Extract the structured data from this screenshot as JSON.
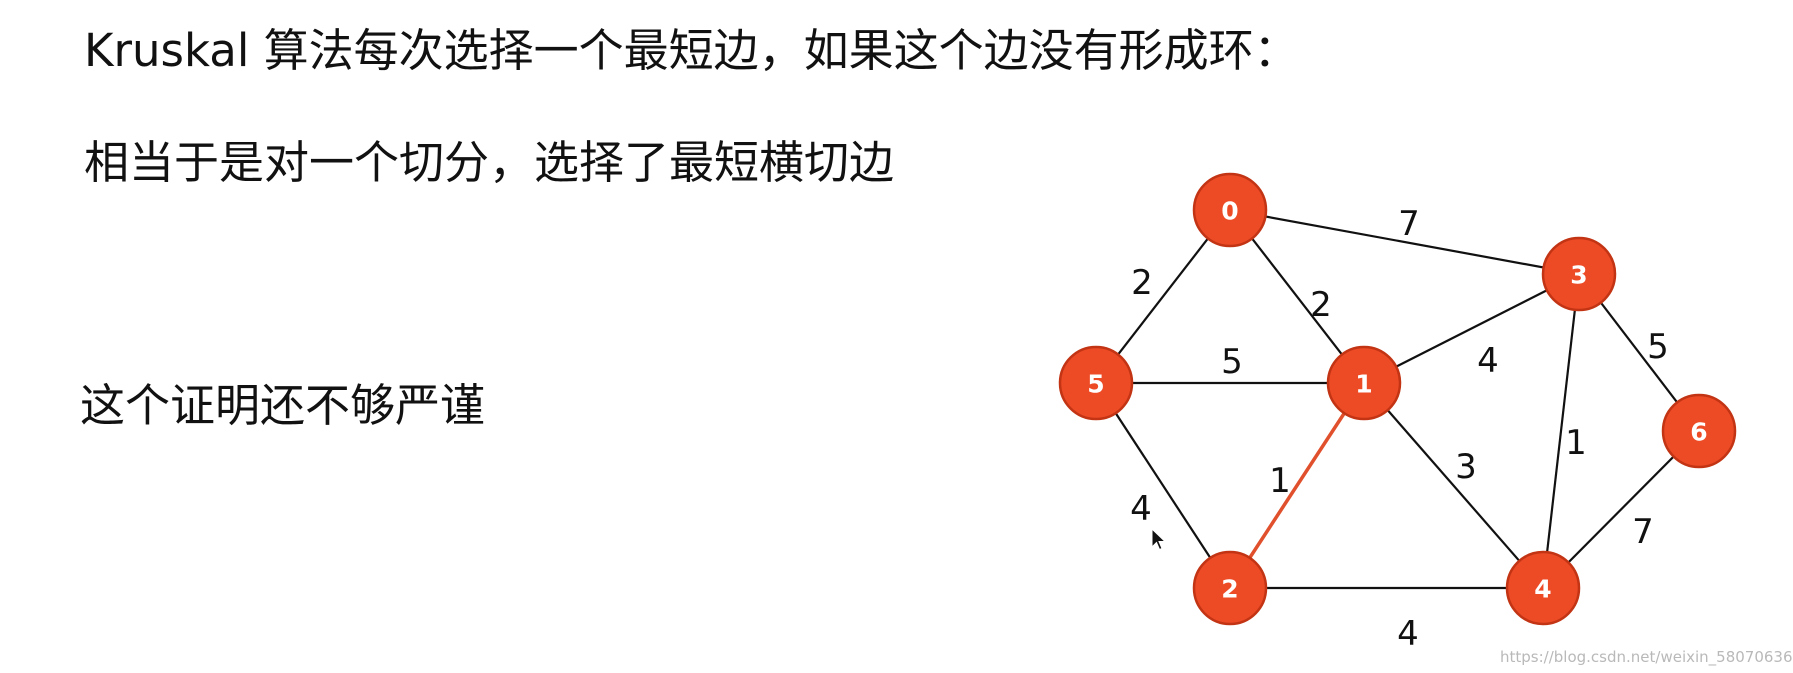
{
  "text": {
    "line1": "Kruskal 算法每次选择一个最短边，如果这个边没有形成环：",
    "line2": "相当于是对一个切分，选择了最短横切边",
    "line3": "这个证明还不够严谨"
  },
  "graph": {
    "nodes": [
      {
        "id": "0"
      },
      {
        "id": "1"
      },
      {
        "id": "2"
      },
      {
        "id": "3"
      },
      {
        "id": "4"
      },
      {
        "id": "5"
      },
      {
        "id": "6"
      }
    ],
    "edges": [
      {
        "from": "0",
        "to": "3",
        "weight": "7",
        "highlight": false
      },
      {
        "from": "0",
        "to": "5",
        "weight": "2",
        "highlight": false
      },
      {
        "from": "0",
        "to": "1",
        "weight": "2",
        "highlight": false
      },
      {
        "from": "5",
        "to": "1",
        "weight": "5",
        "highlight": false
      },
      {
        "from": "1",
        "to": "3",
        "weight": "4",
        "highlight": false
      },
      {
        "from": "3",
        "to": "6",
        "weight": "5",
        "highlight": false
      },
      {
        "from": "3",
        "to": "4",
        "weight": "1",
        "highlight": false
      },
      {
        "from": "1",
        "to": "2",
        "weight": "1",
        "highlight": true
      },
      {
        "from": "1",
        "to": "4",
        "weight": "3",
        "highlight": false
      },
      {
        "from": "5",
        "to": "2",
        "weight": "4",
        "highlight": false
      },
      {
        "from": "6",
        "to": "4",
        "weight": "7",
        "highlight": false
      },
      {
        "from": "2",
        "to": "4",
        "weight": "4",
        "highlight": false
      }
    ],
    "colors": {
      "node_fill": "#ed4a26",
      "node_stroke": "#c23413",
      "node_text": "#ffffff",
      "edge": "#111111",
      "highlight_edge": "#e1502c"
    }
  },
  "watermark": "https://blog.csdn.net/weixin_58070636"
}
